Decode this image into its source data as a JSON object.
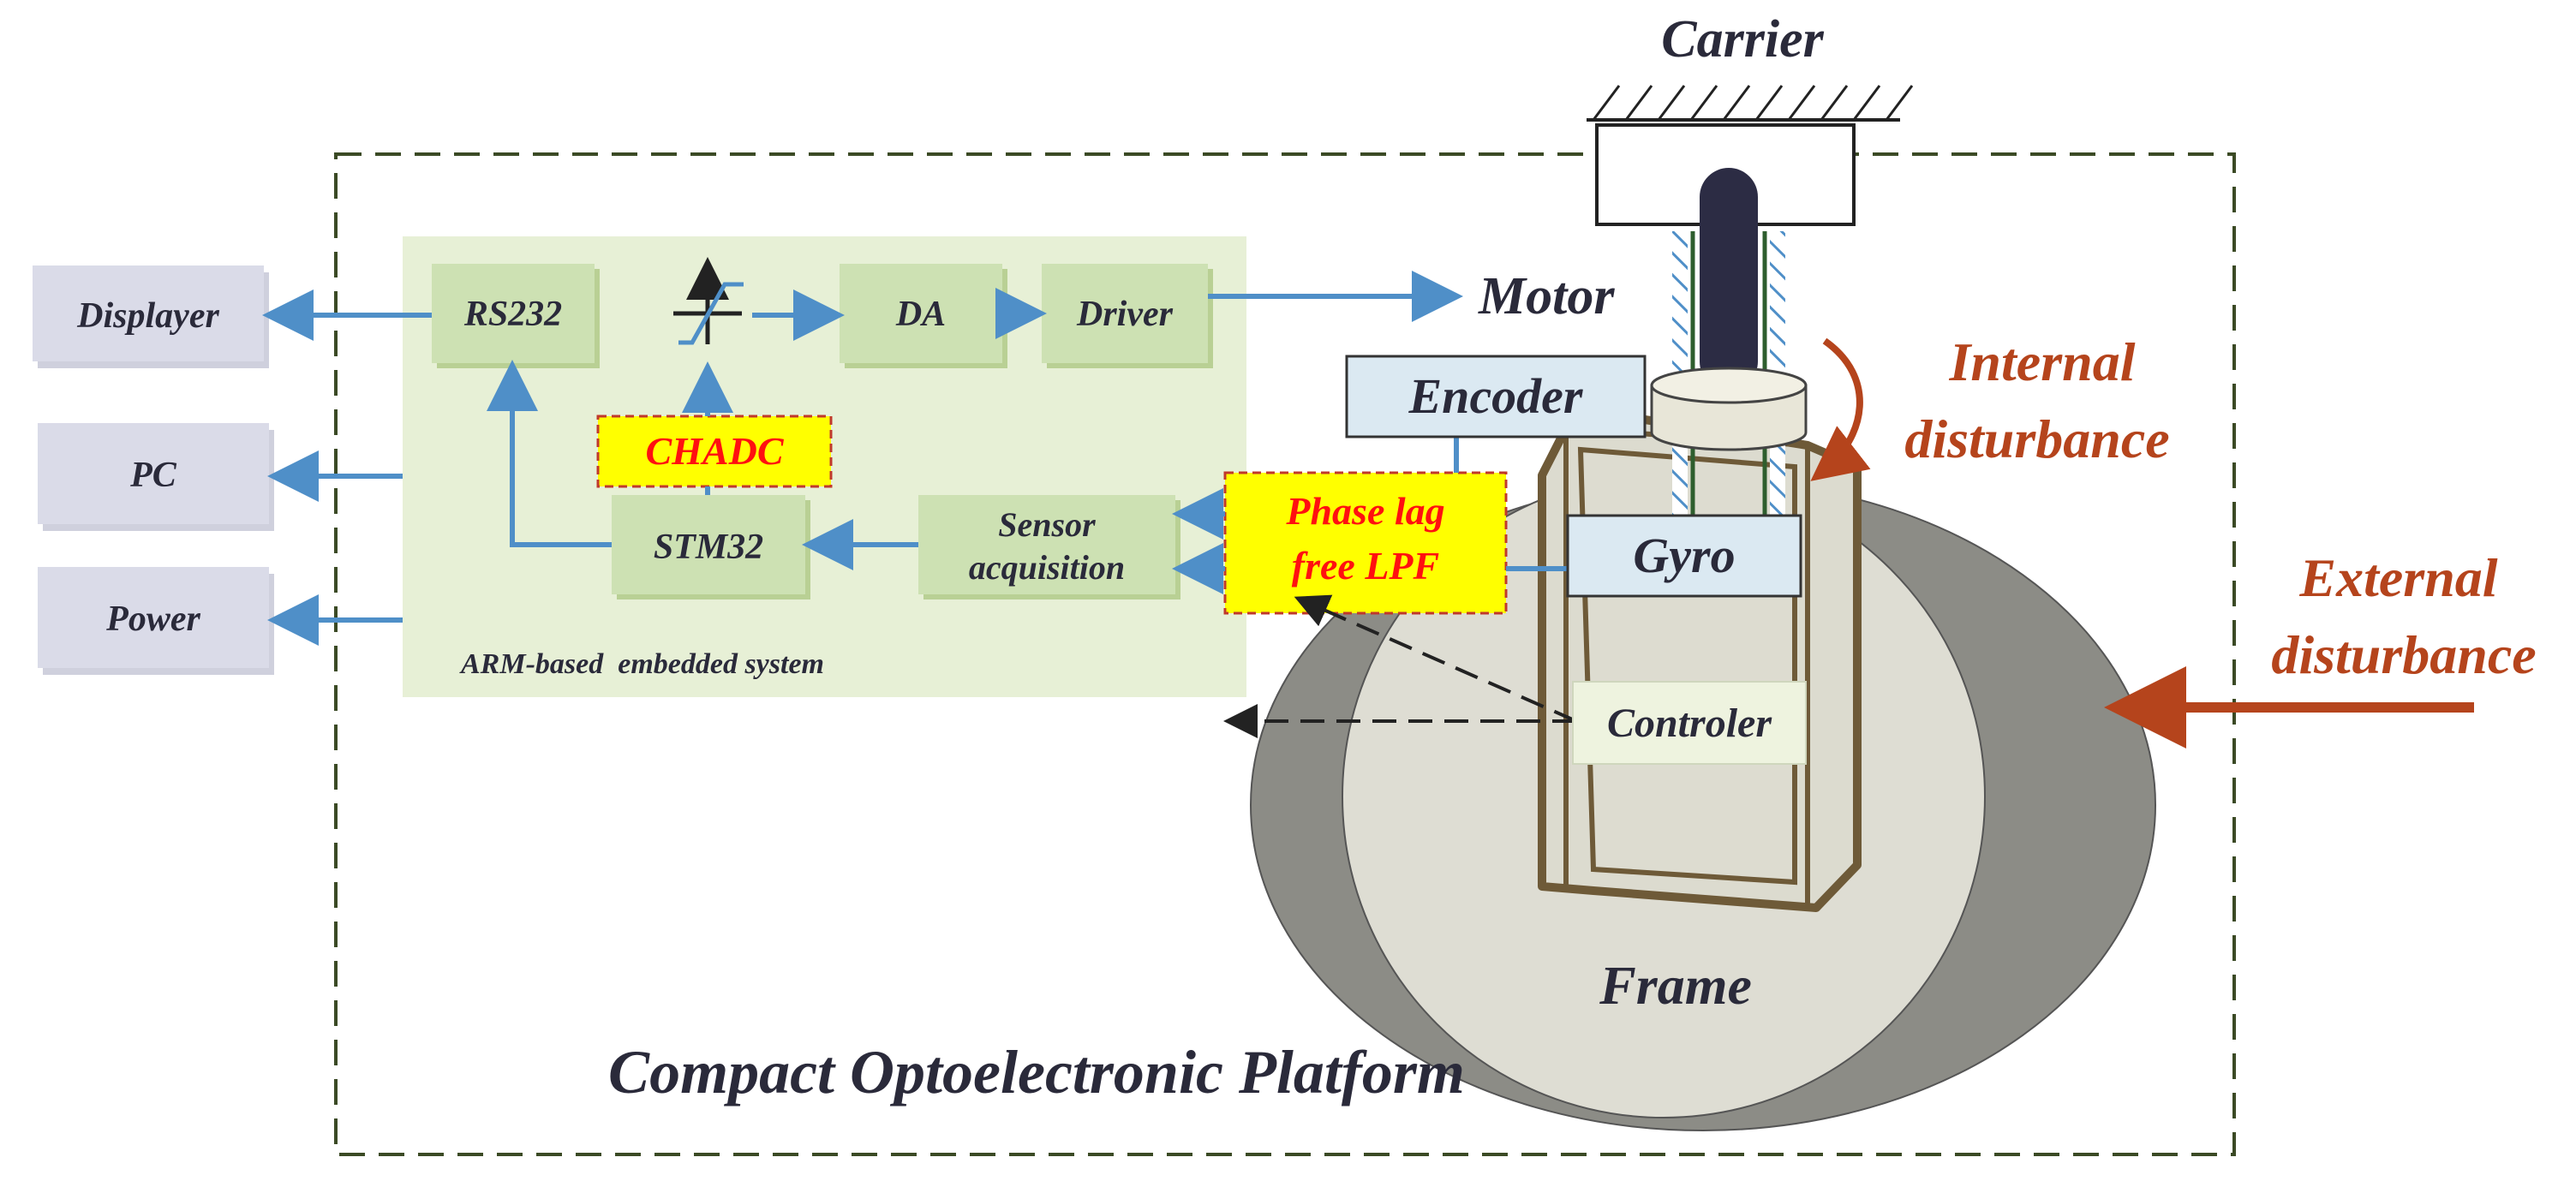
{
  "title": "Compact Optoelectronic Platform",
  "colors": {
    "peripheral_fill": "#dadbe8",
    "module_fill": "#cde1b3",
    "panel_fill": "#e7f0d6",
    "highlight_fill": "#ffff00",
    "highlight_text": "#ff1010",
    "sensor_fill": "#dbe9f2",
    "arrow_blue": "#4f8fc8",
    "disturbance_red": "#b5441c",
    "frame_fill": "#deddd3",
    "frame_shadow": "#8c8c86",
    "gimbal_stroke": "#6e5a38",
    "shaft_fill": "#2c2c44",
    "text_dark": "#2a2a3a"
  },
  "peripherals": {
    "displayer": "Displayer",
    "pc": "PC",
    "power": "Power"
  },
  "embedded_system": {
    "caption": "ARM-based  embedded system",
    "rs232": "RS232",
    "da": "DA",
    "driver": "Driver",
    "chadc": "CHADC",
    "stm32": "STM32",
    "sensor_acquisition_line1": "Sensor",
    "sensor_acquisition_line2": "acquisition",
    "saturation_icon": "saturation-function-icon"
  },
  "filter": {
    "line1": "Phase lag",
    "line2": "free LPF"
  },
  "mechanics": {
    "carrier": "Carrier",
    "motor": "Motor",
    "encoder": "Encoder",
    "gyro": "Gyro",
    "controller": "Controler",
    "frame": "Frame"
  },
  "disturbances": {
    "internal_line1": "Internal",
    "internal_line2": "disturbance",
    "external_line1": "External",
    "external_line2": "disturbance"
  }
}
